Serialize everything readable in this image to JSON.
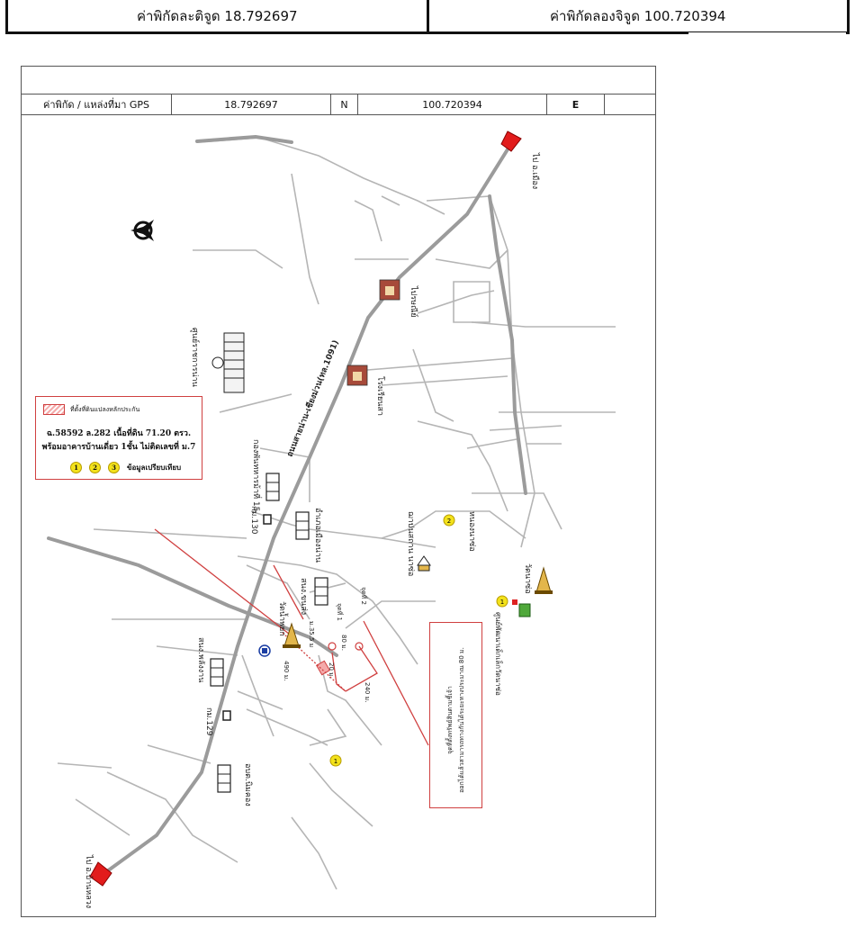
{
  "top": {
    "lat_label": "ค่าพิกัดละติจูด 18.792697",
    "lng_label": "ค่าพิกัดลองจิจูด 100.720394"
  },
  "gps_row": {
    "label": "ค่าพิกัด / แหล่งที่มา GPS",
    "lat_value": "18.792697",
    "lat_dir": "N",
    "lng_value": "100.720394",
    "lng_dir": "E"
  },
  "legend": {
    "swatch_label": "ที่ตั้งที่ดินแปลงหลักประกัน",
    "line1": "ฉ.58592 ล.282 เนื้อที่ดิน 71.20 ตรว.",
    "line2": "พร้อมอาคารบ้านเดี่ยว 1ชั้น ไม่ติดเลขที่ ม.7",
    "points": [
      "1",
      "2",
      "3"
    ],
    "points_label": "ข้อมูลเปรียบเทียบ"
  },
  "note": {
    "line1": "จุดที่ตั้งทรัพย์สินตามชี้เจ้า",
    "line2": "ออกได้แล้วสามารถทางกันได้ระยะทางประมาณ 80 ม."
  },
  "labels": {
    "to_city": "ไป อ.เมือง",
    "to_ban_luang": "ไป อ.บ้านหลวง",
    "main_road": "ถนนสายน่าน-เชียงม่วน(ทล.1091)",
    "post_office": "ไปรษณีย์",
    "school": "โรงเรียนสา",
    "gov_center": "ศูนย์ราชการน่าน",
    "fire_station": "กองพันทหารม้าที่ 15",
    "km130": "กม.130",
    "district_office": "อำเภอเมืองน่าน",
    "hospital": "สนง.ขนส่ง",
    "temple_nayot": "วัดน้ำพยก",
    "point_label_1": "จุดที่ 1",
    "point_label_2": "จุดที่ 2",
    "dist_20": "20 ม.",
    "dist_80": "80 ม.",
    "dist_355": "ม.35.5 ม",
    "dist_490": "490 ม.",
    "dist_240": "240 ม.",
    "cemetery": "ฌาปนสถาน นาซ่อ",
    "village_nasor": "หนองนาซ่อ",
    "temple_nasor": "วัดนาซ่อ",
    "child_center": "ศูนย์พัฒนาเด็กเล็กวัดนาซ่อ",
    "energy_office": "สนง.พลังงาน",
    "km129": "กม.129",
    "kindergarten": "อบต.นิมคอง"
  },
  "colors": {
    "road_main": "#9b9b9b",
    "road_minor": "#b5b5b5",
    "accent_red": "#d04040",
    "point_yellow": "#f3e21b"
  }
}
